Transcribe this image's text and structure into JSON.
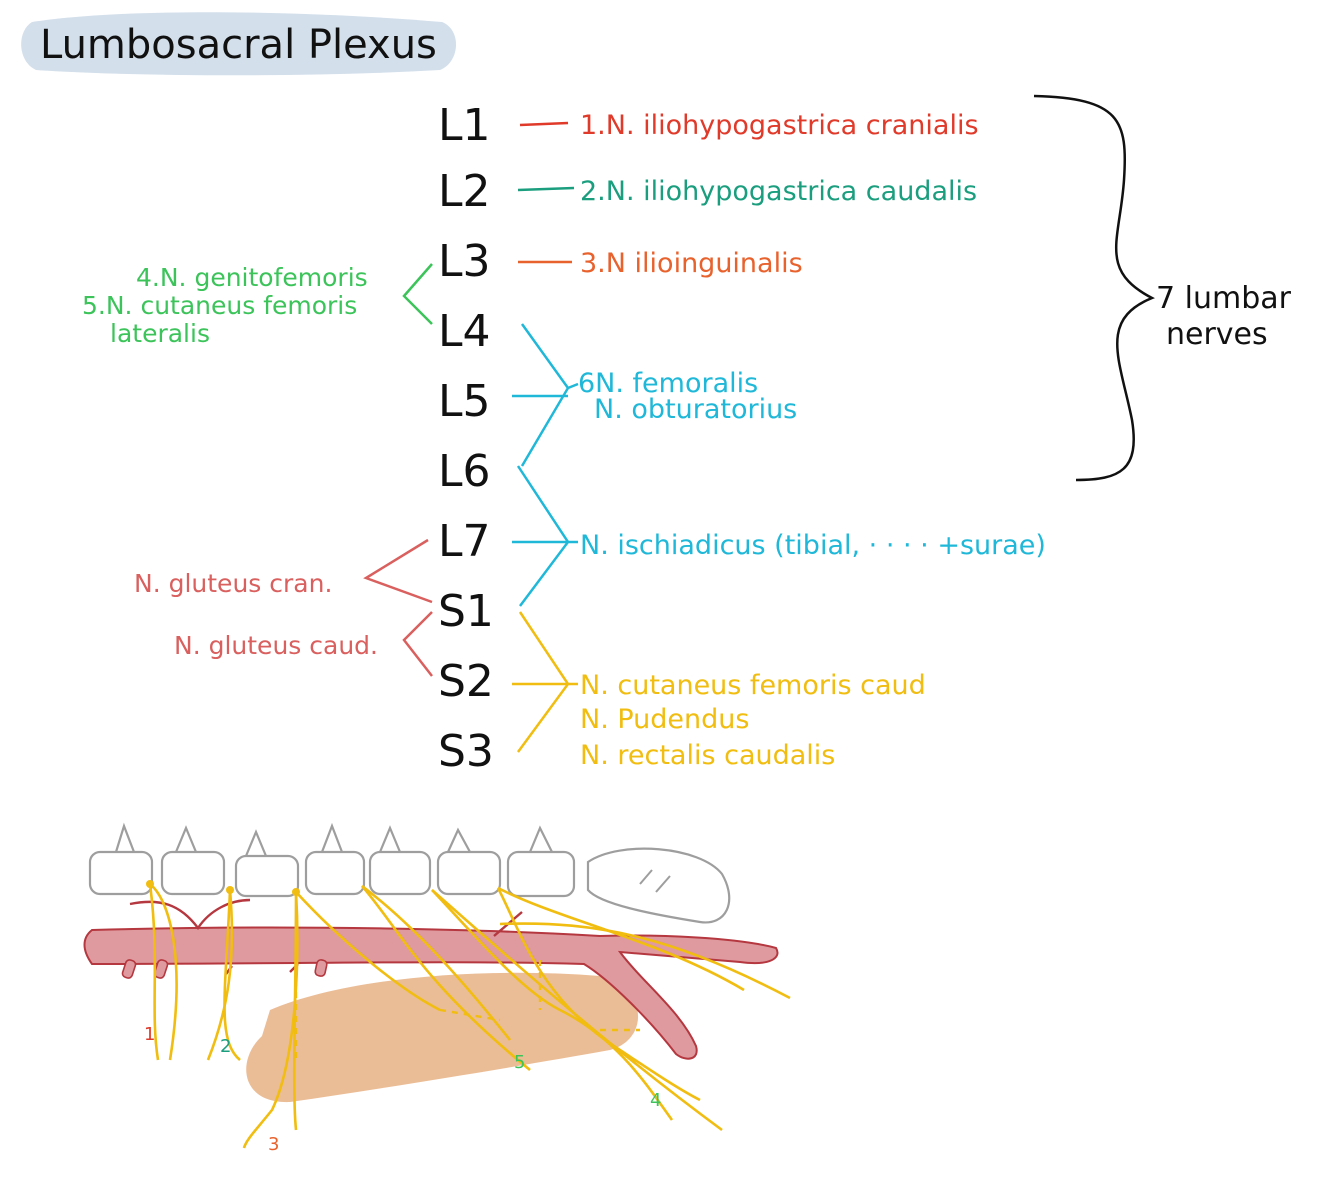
{
  "title": "Lumbosacral Plexus",
  "roots": [
    "L1",
    "L2",
    "L3",
    "L4",
    "L5",
    "L6",
    "L7",
    "S1",
    "S2",
    "S3"
  ],
  "right_labels": {
    "l1": "1.N. iliohypogastrica cranialis",
    "l2": "2.N. iliohypogastrica caudalis",
    "l3": "3.N ilioinguinalis",
    "femoralis": "6N. femoralis",
    "obturatorius": "N. obturatorius",
    "ischiadicus": "N. ischiadicus (tibial, · · · · +surae)",
    "cut_fem_caud": "N. cutaneus femoris caud",
    "pudendus": "N. Pudendus",
    "rectalis": "N. rectalis caudalis"
  },
  "left_labels": {
    "genitofemoralis": "4.N. genitofemoris",
    "cut_fem_lat_1": "5.N. cutaneus femoris",
    "cut_fem_lat_2": "lateralis",
    "gluteus_cran": "N. gluteus cran.",
    "gluteus_caud": "N. gluteus caud."
  },
  "brace_label": [
    "7 lumbar",
    "nerves"
  ],
  "illustration_numbers": {
    "n1": "1",
    "n2": "2",
    "n3": "3",
    "n4": "4",
    "n5": "5"
  },
  "colors": {
    "red": "#e03a2a",
    "teal": "#1a9e7e",
    "orange": "#e8622e",
    "green": "#3cc45a",
    "cyan": "#20b8d8",
    "salmon": "#d9605e",
    "yellow": "#f0bd10",
    "vessel": "#de9a9e",
    "vessel_stroke": "#b5373f",
    "muscle": "#ebbd96",
    "vertebra": "#9e9e9e",
    "title_bg": "#d3dfeb"
  }
}
